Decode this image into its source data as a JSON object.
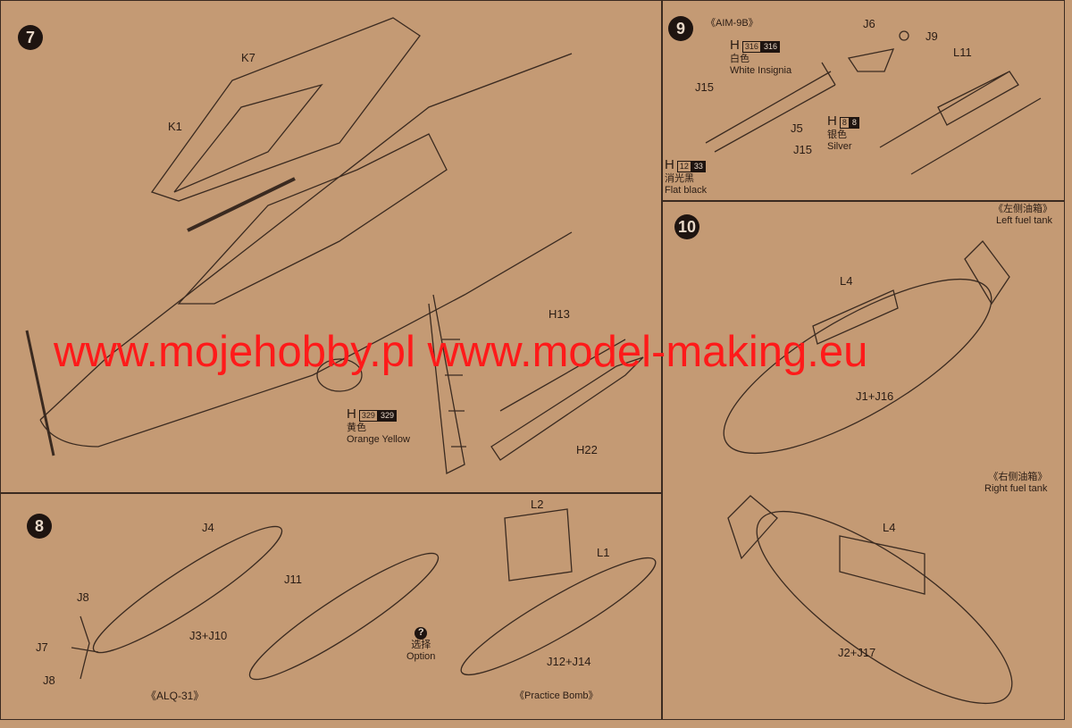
{
  "steps": {
    "s7": {
      "num": "7",
      "parts": [
        "K7",
        "K1",
        "H13",
        "H22"
      ],
      "paint": {
        "h": "H",
        "a": "329",
        "b": "329",
        "cn": "黄色",
        "en": "Orange Yellow"
      }
    },
    "s8": {
      "num": "8",
      "parts": [
        "J4",
        "J11",
        "J8",
        "J7",
        "J8",
        "J3+J10",
        "L2",
        "L1",
        "J12+J14"
      ],
      "option_icon": "?",
      "option_cn": "选择",
      "option_en": "Option",
      "alq": "《ALQ-31》",
      "bomb": "《Practice Bomb》"
    },
    "s9": {
      "num": "9",
      "title": "《AIM-9B》",
      "parts": [
        "J6",
        "J9",
        "L11",
        "J15",
        "J5",
        "J15"
      ],
      "paint_white": {
        "h": "H",
        "a": "316",
        "b": "316",
        "cn": "白色",
        "en": "White Insignia"
      },
      "paint_silver": {
        "h": "H",
        "a": "8",
        "b": "8",
        "cn": "银色",
        "en": "Silver"
      },
      "paint_black": {
        "h": "H",
        "a": "12",
        "b": "33",
        "cn": "消光黑",
        "en": "Flat black"
      }
    },
    "s10": {
      "num": "10",
      "left_cn": "《左侧油箱》",
      "left_en": "Left fuel tank",
      "right_cn": "《右侧油箱》",
      "right_en": "Right fuel tank",
      "parts": [
        "L4",
        "J1+J16",
        "L4",
        "J2+J17"
      ]
    }
  },
  "watermark": "www.mojehobby.pl www.model-making.eu",
  "colors": {
    "paper": "#c49a74",
    "watermark": "#ff1a1a",
    "ink": "#2a1c14"
  }
}
